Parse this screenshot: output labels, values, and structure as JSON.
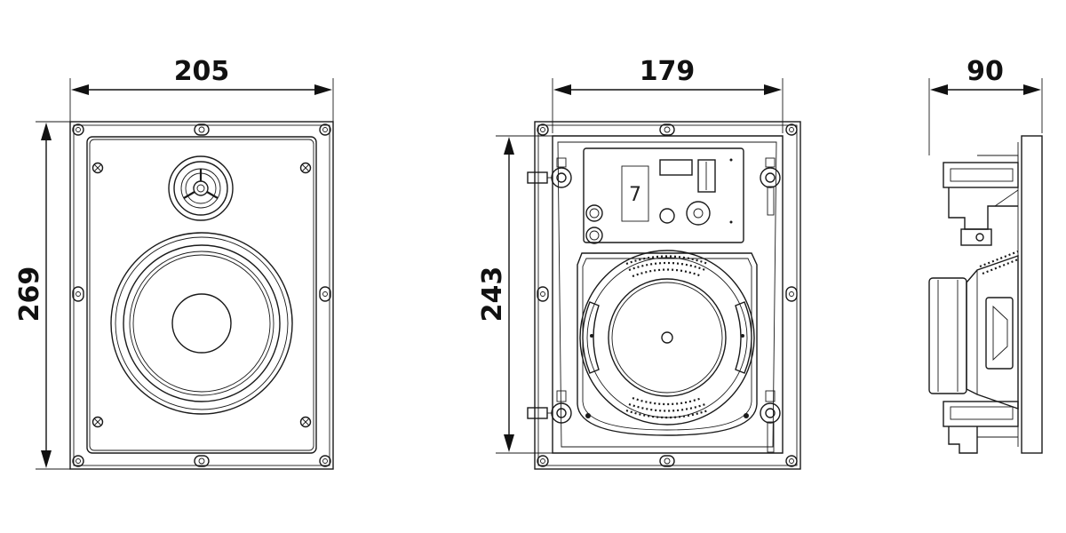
{
  "dimensions": {
    "front_width": "205",
    "front_height": "269",
    "back_width": "179",
    "back_height": "243",
    "side_depth": "90"
  },
  "back_panel": {
    "terminal_marking": "7"
  }
}
